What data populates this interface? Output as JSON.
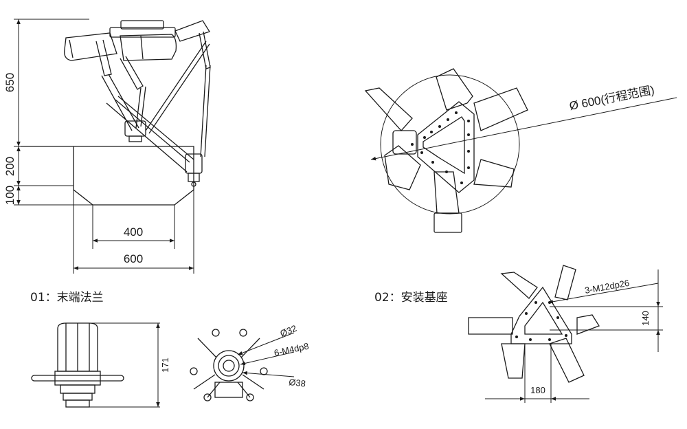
{
  "view1": {
    "dims": {
      "height_650": "650",
      "height_200": "200",
      "height_100": "100",
      "width_400": "400",
      "width_600": "600"
    }
  },
  "view2": {
    "range_label": "Ø 600(行程范围)"
  },
  "section1": {
    "title": "01：末端法兰",
    "dim_171": "171",
    "dim_phi32": "Ø32",
    "dim_thread": "6-M4dp8",
    "dim_phi38": "Ø38"
  },
  "section2": {
    "title": "02：安装基座",
    "dim_thread": "3-M12dp26",
    "dim_140": "140",
    "dim_180": "180"
  }
}
